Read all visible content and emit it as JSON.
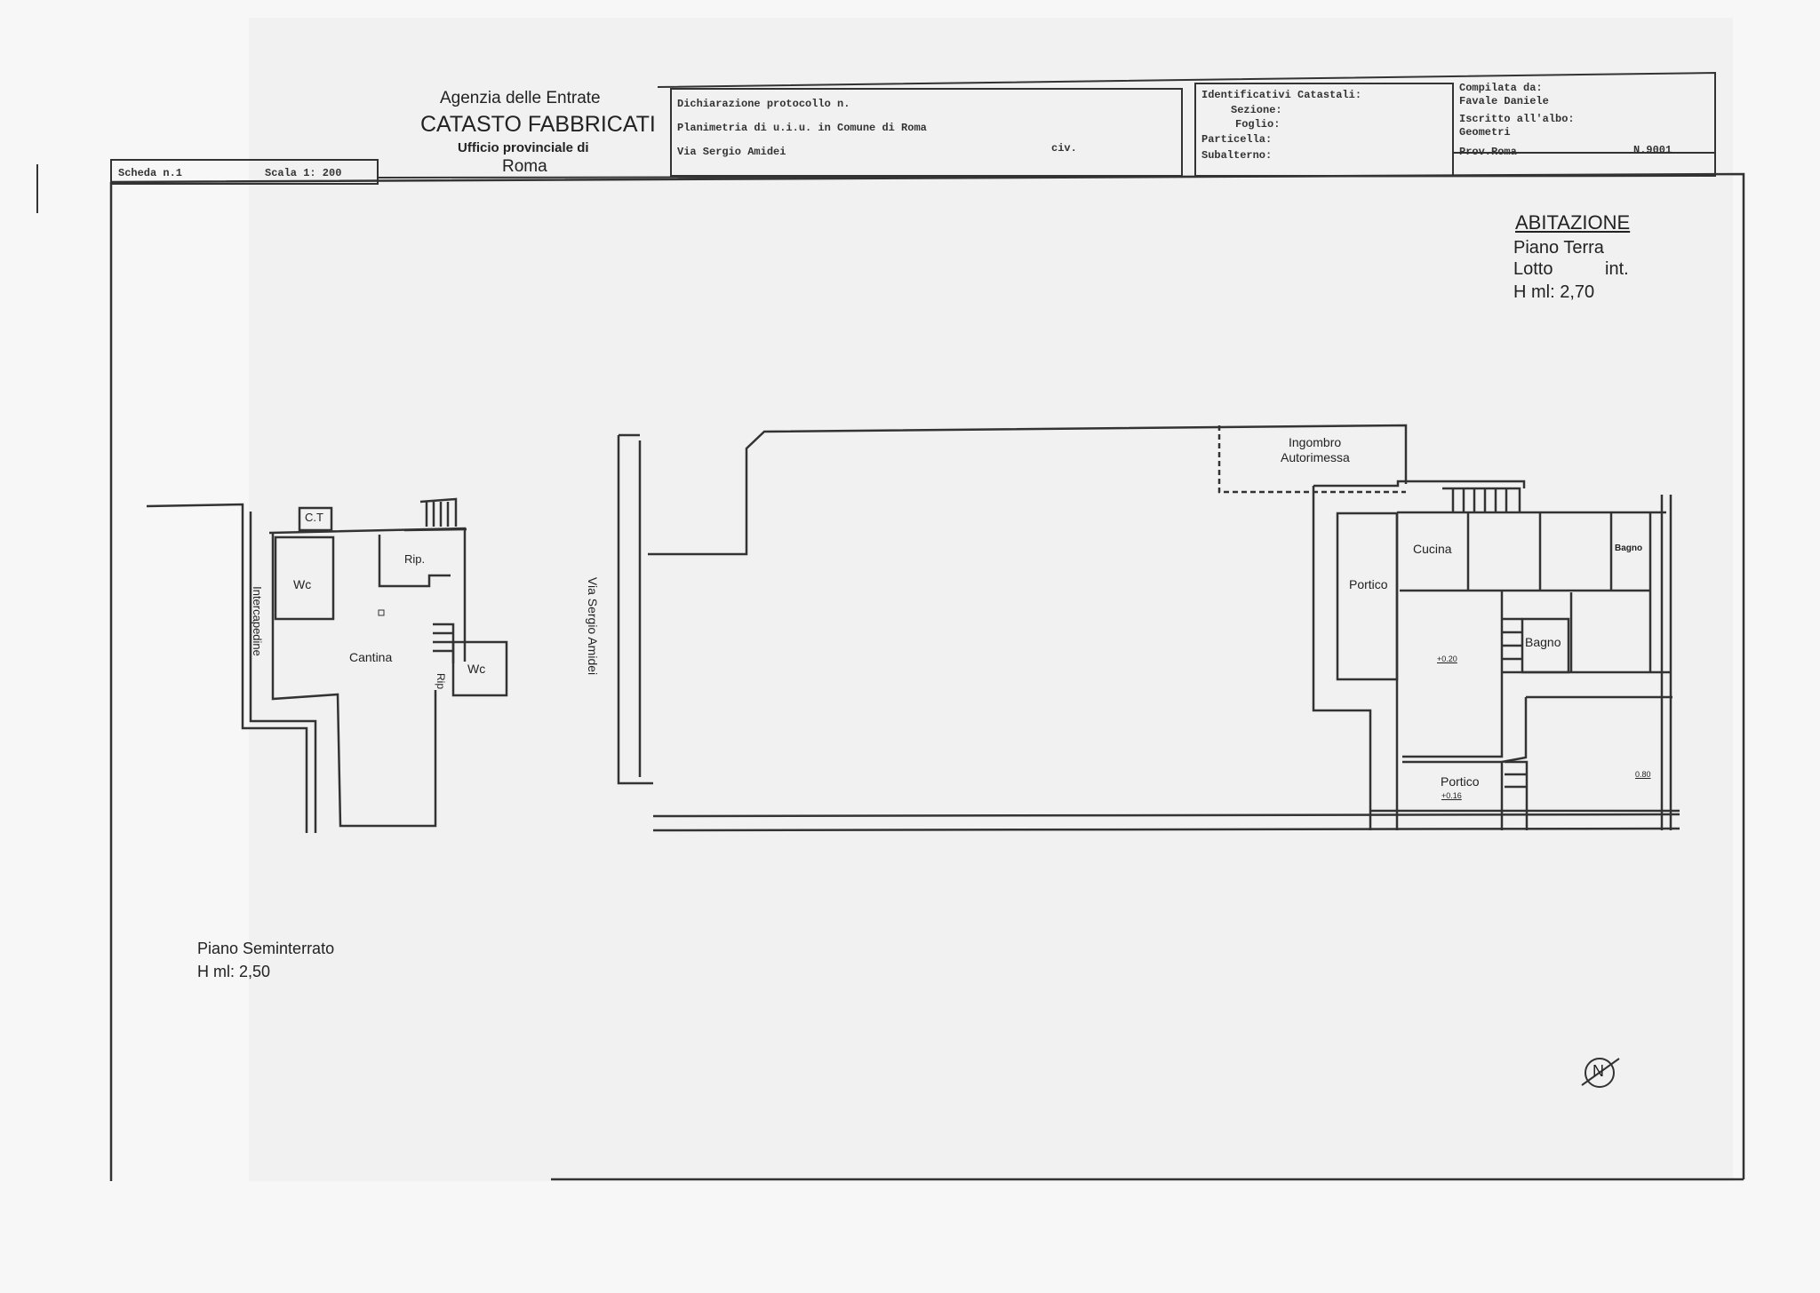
{
  "header": {
    "agency": "Agenzia delle Entrate",
    "office": "CATASTO FABBRICATI",
    "provincial": "Ufficio provinciale di",
    "city": "Roma",
    "scheda": "Scheda n.1",
    "scale": "Scala 1: 200",
    "protocol": "Dichiarazione protocollo n.",
    "planimetria": "Planimetria di u.i.u. in Comune di Roma",
    "address": "Via Sergio Amidei",
    "civ": "civ.",
    "identificativi": "Identificativi Catastali:",
    "sezione": "Sezione:",
    "foglio": "Foglio:",
    "particella": "Particella:",
    "subalterno": "Subalterno:",
    "compilata": "Compilata da:",
    "compiler_name": "Favale Daniele",
    "iscritto": "Iscritto all'albo:",
    "albo": "Geometri",
    "prov": "Prov.Roma",
    "number": "N.9001"
  },
  "ground_floor": {
    "title": "ABITAZIONE",
    "floor": "Piano Terra",
    "lotto": "Lotto",
    "int": "int.",
    "height": "H ml: 2,70",
    "rooms": [
      "Portico",
      "Cucina",
      "Bagno",
      "Bagno",
      "Portico"
    ],
    "levels": [
      "+0.20",
      "+0.16",
      "0.80"
    ],
    "garage": [
      "Ingombro",
      "Autorimessa"
    ]
  },
  "street": "Via Sergio Amidei",
  "basement": {
    "floor": "Piano Seminterrato",
    "height": "H ml: 2,50",
    "rooms": [
      "C.T",
      "Rip.",
      "Wc",
      "Intercapedine",
      "Cantina",
      "Rip",
      "Wc"
    ]
  },
  "north": "N"
}
